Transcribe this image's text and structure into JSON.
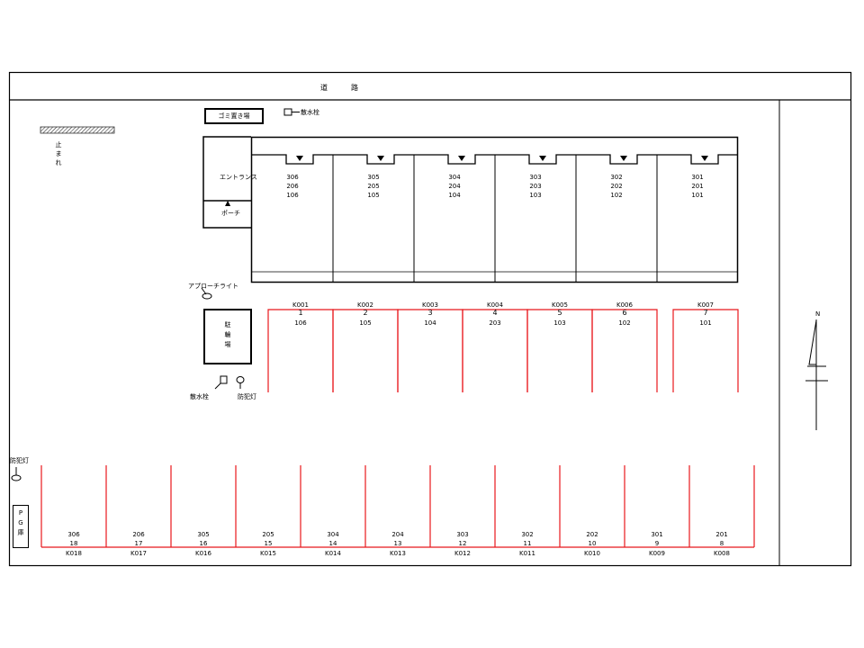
{
  "road": "道路",
  "stop_text": [
    "止",
    "ま",
    "れ"
  ],
  "trash_label": "ゴミ置き場",
  "hydrant_top_label": "散水栓",
  "entrance_label": "エントランス",
  "porch_label": "ポーチ",
  "approach_light_label": "アプローチライト",
  "bike_parking_label": [
    "駐",
    "輪",
    "場"
  ],
  "hydrant_label": "散水栓",
  "crime_light_label": "防犯灯",
  "crime_light_left_label": "防犯灯",
  "pg_label": [
    "P",
    "G",
    "庫"
  ],
  "north_label": "N",
  "units": [
    {
      "rooms": [
        "306",
        "206",
        "106"
      ]
    },
    {
      "rooms": [
        "305",
        "205",
        "105"
      ]
    },
    {
      "rooms": [
        "304",
        "204",
        "104"
      ]
    },
    {
      "rooms": [
        "303",
        "203",
        "103"
      ]
    },
    {
      "rooms": [
        "302",
        "202",
        "102"
      ]
    },
    {
      "rooms": [
        "301",
        "201",
        "101"
      ]
    }
  ],
  "top_parking": [
    {
      "code": "K001",
      "num": "1",
      "room": "106"
    },
    {
      "code": "K002",
      "num": "2",
      "room": "105"
    },
    {
      "code": "K003",
      "num": "3",
      "room": "104"
    },
    {
      "code": "K004",
      "num": "4",
      "room": "203"
    },
    {
      "code": "K005",
      "num": "5",
      "room": "103"
    },
    {
      "code": "K006",
      "num": "6",
      "room": "102"
    },
    {
      "code": "K007",
      "num": "7",
      "room": "101"
    }
  ],
  "bottom_parking": [
    {
      "code": "K018",
      "num": "18",
      "room": "306"
    },
    {
      "code": "K017",
      "num": "17",
      "room": "206"
    },
    {
      "code": "K016",
      "num": "16",
      "room": "305"
    },
    {
      "code": "K015",
      "num": "15",
      "room": "205"
    },
    {
      "code": "K014",
      "num": "14",
      "room": "304"
    },
    {
      "code": "K013",
      "num": "13",
      "room": "204"
    },
    {
      "code": "K012",
      "num": "12",
      "room": "303"
    },
    {
      "code": "K011",
      "num": "11",
      "room": "302"
    },
    {
      "code": "K010",
      "num": "10",
      "room": "202"
    },
    {
      "code": "K009",
      "num": "9",
      "room": "301"
    },
    {
      "code": "K008",
      "num": "8",
      "room": "201"
    }
  ],
  "colors": {
    "parking_line": "#e8171c",
    "line": "#000000",
    "hatch": "#555555"
  }
}
